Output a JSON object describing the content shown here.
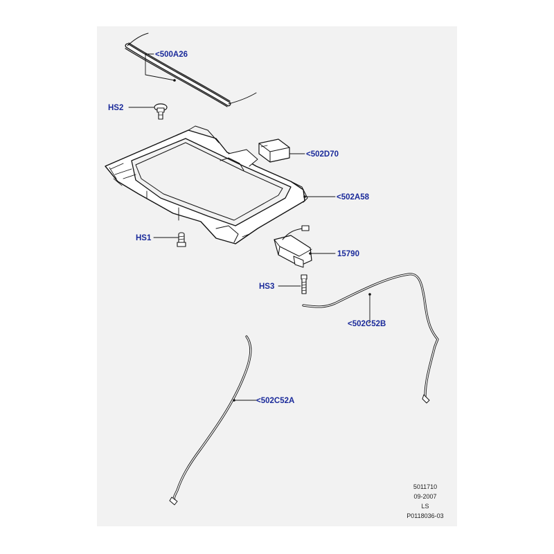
{
  "colors": {
    "callout": "#1a2a9a",
    "line": "#111111",
    "panel": "#f2f2f2"
  },
  "parts": {
    "p500A26": "<500A26",
    "pHS2": "HS2",
    "p502D70": "<502D70",
    "p502A58": "<502A58",
    "pHS1": "HS1",
    "p15790": "15790",
    "pHS3": "HS3",
    "p502C52B": "<502C52B",
    "p502C52A": "<502C52A"
  },
  "stamp": {
    "line1": "5011710",
    "line2": "09-2007",
    "line3": "LS",
    "line4": "P0118036-03"
  }
}
